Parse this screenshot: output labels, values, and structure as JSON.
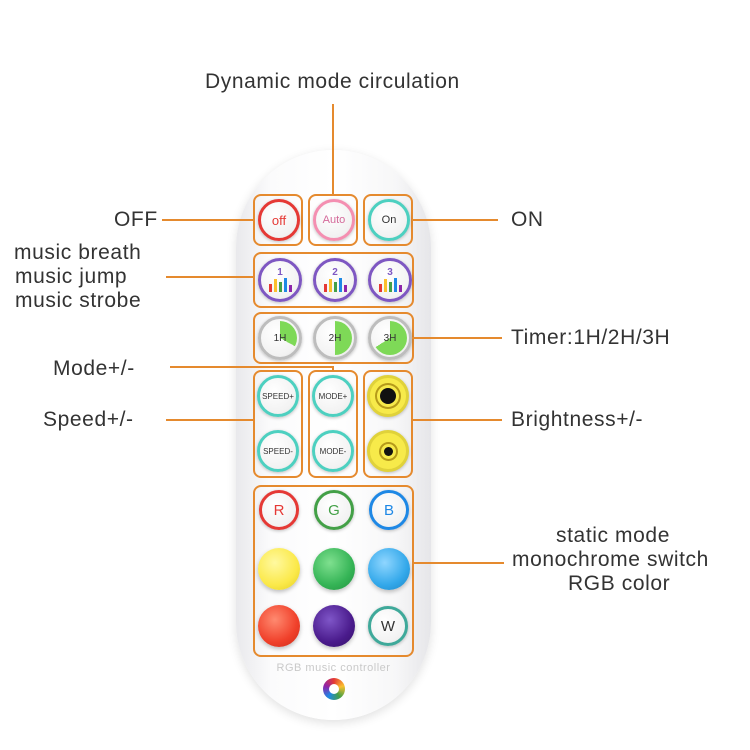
{
  "labels": {
    "dynamic": "Dynamic mode circulation",
    "off": "OFF",
    "on": "ON",
    "music_1": "music breath",
    "music_2": "music jump",
    "music_3": "music strobe",
    "timer": "Timer:1H/2H/3H",
    "mode": "Mode+/-",
    "speed": "Speed+/-",
    "brightness": "Brightness+/-",
    "static_1": "static mode",
    "static_2": "monochrome switch",
    "static_3": "RGB color"
  },
  "buttons": {
    "off": "off",
    "auto": "Auto",
    "on": "On",
    "music": [
      "1",
      "2",
      "3"
    ],
    "timer": [
      "1H",
      "2H",
      "3H"
    ],
    "speed_up": "SPEED+",
    "speed_down": "SPEED-",
    "mode_up": "MODE+",
    "mode_down": "MODE-",
    "r": "R",
    "g": "G",
    "b": "B",
    "w": "W"
  },
  "brand": "RGB music controller",
  "colors": {
    "accent_line": "#e58a2e",
    "red": "#e53935",
    "green": "#43a047",
    "blue": "#1e88e5",
    "yellow": "#fbe94a",
    "green2": "#35b456",
    "cyan": "#33a8ea",
    "red2": "#f0402a",
    "purple": "#4a1b8c"
  }
}
